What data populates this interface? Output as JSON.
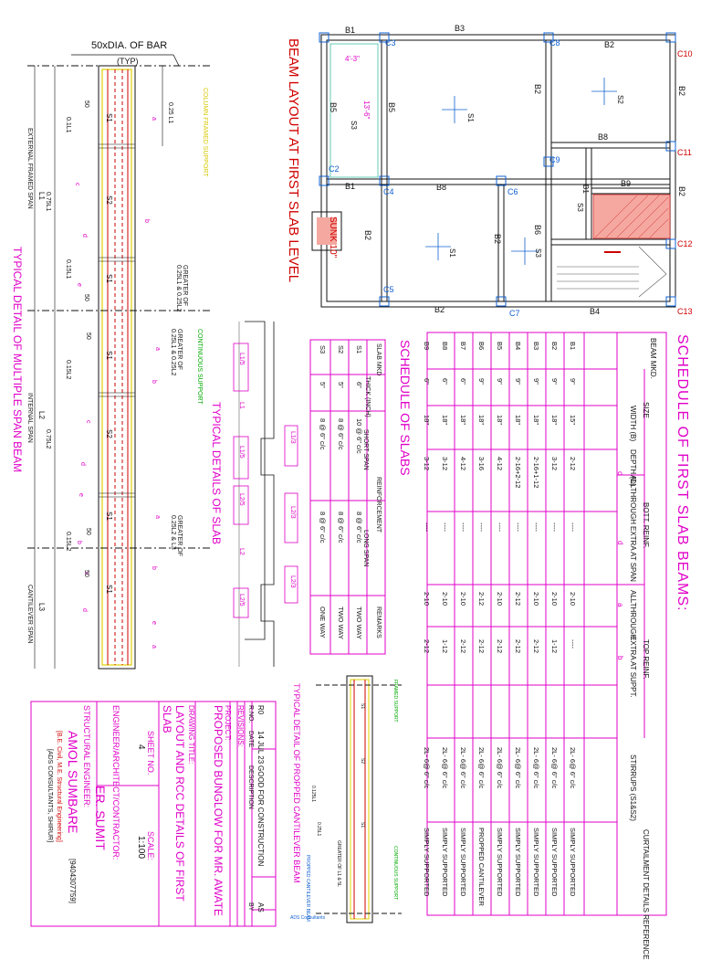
{
  "beam_layout": {
    "title": "BEAM LAYOUT AT FIRST SLAB LEVEL",
    "sunk_label": "SUNK 10\"",
    "beams": [
      "B1",
      "B3",
      "B2",
      "B5",
      "B5",
      "B2",
      "B2",
      "B8",
      "B1",
      "B8",
      "B9",
      "B2",
      "B2",
      "B2",
      "B6",
      "B2",
      "B4",
      "B1"
    ],
    "columns": [
      "C3",
      "C8",
      "C10",
      "C2",
      "C4",
      "C6",
      "C9",
      "C11",
      "C12",
      "C5",
      "C7",
      "C13"
    ],
    "dims": [
      "4'-3\"",
      "13'-6\""
    ],
    "slab_marks": [
      "S1",
      "S2",
      "S3",
      "S1",
      "S3",
      "S3"
    ]
  },
  "beam_schedule": {
    "title": "SCHEDULE OF FIRST SLAB BEAMS:",
    "headers": {
      "mark": "BEAM MKD.",
      "size": "SIZE",
      "width": "WIDTH (B)",
      "depth": "DEPTH (D)",
      "bott": "BOTT. REINF.",
      "althrough": "ALLTHROUGH",
      "extra_span": "EXTRA AT SPAN",
      "top": "TOP REINF.",
      "top_althrough": "ALLTHROUGH",
      "extra_supt": "EXTRA AT SUPPT.",
      "stirrups": "STIRRUPS (S1&S2)",
      "curtail": "CURTAILMENT DETAILS REFERENCE",
      "c": "c",
      "d": "d",
      "a": "a",
      "b": "b"
    },
    "rows": [
      {
        "mark": "B1",
        "w": "9\"",
        "d": "15\"",
        "bot": "2-12",
        "ext": "----",
        "top": "2-10",
        "supt": "----",
        "stir": "2L- 6@ 6\" c/c",
        "ref": "SIMPLY SUPPORTED"
      },
      {
        "mark": "B2",
        "w": "9\"",
        "d": "18\"",
        "bot": "3-12",
        "ext": "----",
        "top": "2-10",
        "supt": "1-12",
        "stir": "2L- 6@ 6\" c/c",
        "ref": "SIMPLY SUPPORTED"
      },
      {
        "mark": "B3",
        "w": "9\"",
        "d": "18\"",
        "bot": "2-16+1-12",
        "ext": "----",
        "top": "2-10",
        "supt": "2-12",
        "stir": "2L- 6@ 6\" c/c",
        "ref": "SIMPLY SUPPORTED"
      },
      {
        "mark": "B4",
        "w": "9\"",
        "d": "18\"",
        "bot": "2-16+2-12",
        "ext": "----",
        "top": "2-12",
        "supt": "2-12",
        "stir": "2L- 6@ 6\" c/c",
        "ref": "SIMPLY SUPPORTED"
      },
      {
        "mark": "B5",
        "w": "9\"",
        "d": "18\"",
        "bot": "4-12",
        "ext": "----",
        "top": "2-10",
        "supt": "2-12",
        "stir": "2L- 6@ 6\" c/c",
        "ref": "SIMPLY SUPPORTED"
      },
      {
        "mark": "B6",
        "w": "9\"",
        "d": "18\"",
        "bot": "3-16",
        "ext": "----",
        "top": "2-12",
        "supt": "2-12",
        "stir": "2L- 6@ 6\" c/c",
        "ref": "PROPPED CANTILEVER"
      },
      {
        "mark": "B7",
        "w": "6\"",
        "d": "18\"",
        "bot": "4-12",
        "ext": "----",
        "top": "2-10",
        "supt": "2-12",
        "stir": "2L- 6@ 6\" c/c",
        "ref": "SIMPLY SUPPORTED"
      },
      {
        "mark": "B8",
        "w": "6\"",
        "d": "18\"",
        "bot": "3-12",
        "ext": "----",
        "top": "2-10",
        "supt": "1-12",
        "stir": "2L- 6@ 6\" c/c",
        "ref": "SIMPLY SUPPORTED"
      },
      {
        "mark": "B9",
        "w": "6\"",
        "d": "18\"",
        "bot": "3-12",
        "ext": "----",
        "top": "2-10",
        "supt": "2-12",
        "stir": "2L- 6@ 6\" c/c",
        "ref": "SIMPLY SUPPORTED"
      }
    ]
  },
  "slab_schedule": {
    "title": "SCHEDULE OF SLABS",
    "headers": {
      "mark": "SLAB MKD",
      "thick": "THICK (INCH)",
      "reinf": "REINFORCEMENT",
      "short": "SHORT SPAN",
      "long": "LONG SPAN",
      "remarks": "REMARKS"
    },
    "rows": [
      {
        "mark": "S1",
        "thick": "6\"",
        "short": "10 @ 6\" c/c",
        "long": "8 @ 6\" c/c",
        "rem": "TWO WAY"
      },
      {
        "mark": "S2",
        "thick": "5\"",
        "short": "8 @ 6\" c/c",
        "long": "8 @ 6\" c/c",
        "rem": "TWO WAY"
      },
      {
        "mark": "S3",
        "thick": "5\"",
        "short": "8 @ 6\" c/c",
        "long": "8 @ 6\" c/c",
        "rem": "ONE WAY"
      }
    ]
  },
  "slab_details": {
    "title": "TYPICAL DETAILS OF SLAB",
    "labels": [
      "L1/5",
      "L1",
      "L1/5",
      "L1/3",
      "L2/5",
      "L2/3",
      "L2",
      "L2/5",
      "L2/3"
    ]
  },
  "multi_span": {
    "title": "TYPICAL DETAIL OF MULTIPLE SPAN BEAM",
    "bar_note": "50xDIA. OF BAR",
    "typ": "(TYP)",
    "col_support": "COLUMN FRAMED SUPPORT",
    "cont_support": "CONTINUOUS SUPPORT",
    "greater1": "GREATER OF 0.25L1 & 0.25L2",
    "greater2": "GREATER OF 0.25L1 & 0.25L2",
    "greater3": "GREATER OF 0.25L2 & L3",
    "ext_span": "EXTERNAL FRAMED SPAN",
    "int_span": "INTERNAL SPAN",
    "cant_span": "CANTILEVER SPAN",
    "dims": [
      "0.1L1",
      "0.75L1",
      "0.15L1",
      "0.15L2",
      "0.75L2",
      "0.15L2",
      "0.25 L1"
    ],
    "spans": [
      "L1",
      "L2",
      "L3"
    ],
    "marks": [
      "S1",
      "S2",
      "S1",
      "S1",
      "S2",
      "S1",
      "S1"
    ],
    "callouts": [
      "a",
      "b",
      "c",
      "d",
      "e",
      "a",
      "b",
      "c",
      "d",
      "e",
      "a",
      "b",
      "c",
      "d",
      "e",
      "a",
      "b"
    ],
    "fifty": [
      "50",
      "50",
      "50",
      "50",
      "50"
    ]
  },
  "propped": {
    "title": "TYPICAL DETAIL OF PROPPED CANTILEVER BEAM",
    "labels": [
      "S1",
      "S2",
      "S1",
      "0.125L1",
      "0.25L1",
      "GREATER OF L1 & 5L",
      "PROPPED CANTILEVER BEAM",
      "FRAMED SUPPORT",
      "CONTINUOUS SUPPORT"
    ]
  },
  "title_block": {
    "revisions": "REVISIONS:",
    "rev_row": {
      "no": "R0",
      "date": "14 JUL 23",
      "desc": "GOOD FOR CONSTRUCTION",
      "by": "AS"
    },
    "rev_head": {
      "no": "R.NO.",
      "date": "DATE",
      "desc": "DESCRIPTION",
      "by": "BY"
    },
    "project_label": "PROJECT:",
    "project": "PROPOSED BUNGLOW FOR MR. AWATE",
    "drawing_title_label": "DRAWING TITLE:",
    "drawing_title": "LAYOUT AND RCC DETAILS OF FIRST SLAB",
    "sheet_label": "SHEET NO.",
    "sheet": "4",
    "scale_label": "SCALE:",
    "scale": "1:100",
    "eng_label": "ENGINEER/ARCHITECT/CONTRACTOR:",
    "engineer": "ER. SUMIT",
    "struct_label": "STRUCTURAL ENGINEER:",
    "struct_name": "AMOL SUMBARE",
    "phone": "[9404307759]",
    "quals": "[B.E. Civil, M.E. Structural Engineering]",
    "firm": "[ADS CONSULTANTS, SHIRUR]",
    "logo_text": "ADS Consultants"
  }
}
